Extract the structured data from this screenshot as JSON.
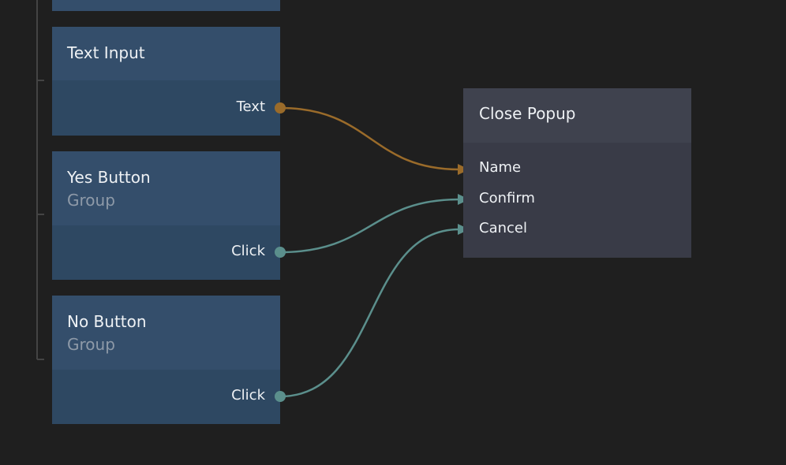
{
  "nodes": [
    {
      "title": "Text Input",
      "ports": [
        {
          "label": "Text",
          "type": "string"
        }
      ]
    },
    {
      "title": "Yes Button",
      "subtitle": "Group",
      "ports": [
        {
          "label": "Click",
          "type": "signal"
        }
      ]
    },
    {
      "title": "No Button",
      "subtitle": "Group",
      "ports": [
        {
          "label": "Click",
          "type": "signal"
        }
      ]
    }
  ],
  "target": {
    "title": "Close Popup",
    "inputs": [
      "Name",
      "Confirm",
      "Cancel"
    ]
  },
  "colors": {
    "string": "#9a6b2a",
    "signal": "#5b8f8c"
  }
}
